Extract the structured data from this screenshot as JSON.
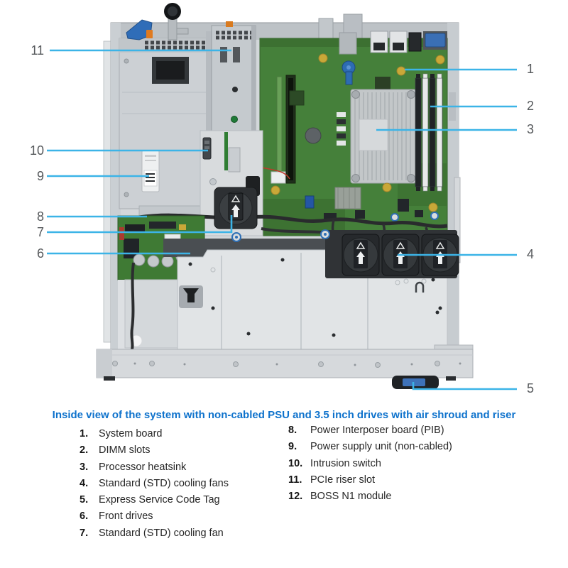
{
  "figure": {
    "caption": "Inside view of the system with non-cabled PSU and 3.5 inch drives with air shroud and riser",
    "callouts": [
      {
        "num": "1",
        "points_to": "System board"
      },
      {
        "num": "2",
        "points_to": "DIMM slots"
      },
      {
        "num": "3",
        "points_to": "Processor heatsink"
      },
      {
        "num": "4",
        "points_to": "Standard (STD) cooling fans"
      },
      {
        "num": "5",
        "points_to": "Express Service Code Tag"
      },
      {
        "num": "6",
        "points_to": "Front drives"
      },
      {
        "num": "7",
        "points_to": "Standard (STD) cooling fan"
      },
      {
        "num": "8",
        "points_to": "Power Interposer board (PIB)"
      },
      {
        "num": "9",
        "points_to": "Power supply unit (non-cabled)"
      },
      {
        "num": "10",
        "points_to": "Intrusion switch"
      },
      {
        "num": "11",
        "points_to": "PCIe riser slot"
      }
    ]
  },
  "legend": {
    "items": [
      {
        "num": "1.",
        "label": "System board"
      },
      {
        "num": "2.",
        "label": "DIMM slots"
      },
      {
        "num": "3.",
        "label": "Processor heatsink"
      },
      {
        "num": "4.",
        "label": "Standard (STD) cooling fans"
      },
      {
        "num": "5.",
        "label": "Express Service Code Tag"
      },
      {
        "num": "6.",
        "label": "Front drives"
      },
      {
        "num": "7.",
        "label": "Standard (STD) cooling fan"
      },
      {
        "num": "8.",
        "label": "Power Interposer board (PIB)"
      },
      {
        "num": "9.",
        "label": "Power supply unit (non-cabled)"
      },
      {
        "num": "10.",
        "label": "Intrusion switch"
      },
      {
        "num": "11.",
        "label": "PCIe riser slot"
      },
      {
        "num": "12.",
        "label": "BOSS N1 module"
      }
    ]
  },
  "colors": {
    "callout_line": "#3cb4e7",
    "callout_number": "#55585b",
    "caption_blue": "#0e72cc",
    "board_green": "#45803a",
    "chassis_gray": "#d3d7da",
    "fan_dark": "#26292c",
    "vga_blue": "#3a6fb5"
  }
}
